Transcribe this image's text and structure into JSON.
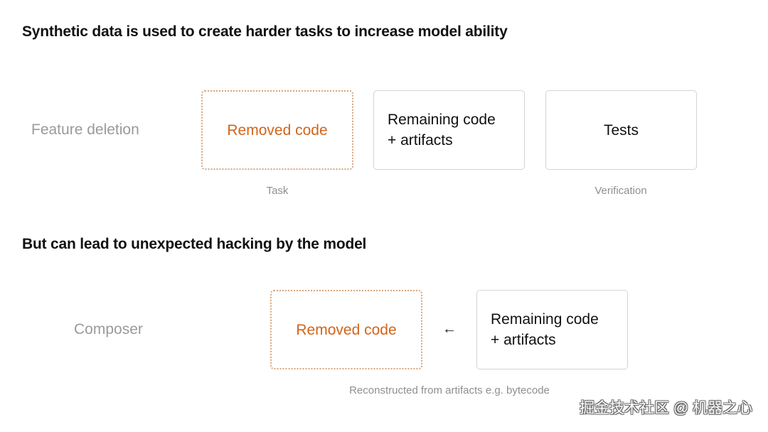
{
  "section1": {
    "heading": "Synthetic data is used to create harder tasks to increase model ability",
    "row_label": "Feature deletion",
    "boxes": {
      "removed": "Removed code",
      "remaining": "Remaining code\n+ artifacts",
      "tests": "Tests"
    },
    "captions": {
      "task": "Task",
      "verification": "Verification"
    }
  },
  "section2": {
    "heading": "But can lead to unexpected hacking by the model",
    "row_label": "Composer",
    "boxes": {
      "removed": "Removed code",
      "remaining": "Remaining code\n+ artifacts"
    },
    "arrow": "←",
    "caption": "Reconstructed from artifacts e.g. bytecode"
  },
  "watermark": "掘金技术社区 @ 机器之心",
  "colors": {
    "accent_orange": "#d2641a",
    "dotted_border": "#d9a47a",
    "solid_border": "#d4d4d4",
    "muted_text": "#9a9a9a"
  }
}
